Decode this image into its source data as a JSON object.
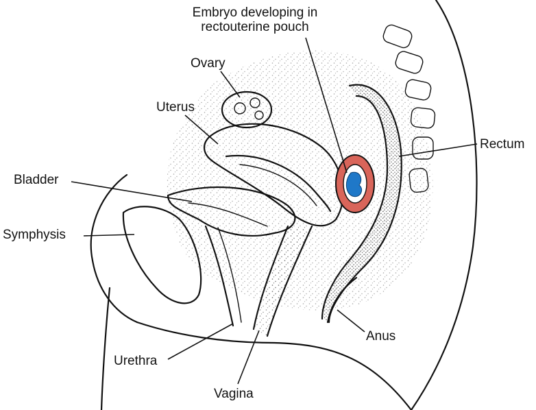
{
  "labels": {
    "embryo_line1": "Embryo developing in",
    "embryo_line2": "rectouterine pouch",
    "ovary": "Ovary",
    "uterus": "Uterus",
    "rectum": "Rectum",
    "bladder": "Bladder",
    "symphysis": "Symphysis",
    "anus": "Anus",
    "urethra": "Urethra",
    "vagina": "Vagina"
  },
  "colors": {
    "gestational_sac": "#d9655a",
    "embryo": "#1f78c8",
    "outline": "#111111",
    "stipple": "#555555"
  }
}
